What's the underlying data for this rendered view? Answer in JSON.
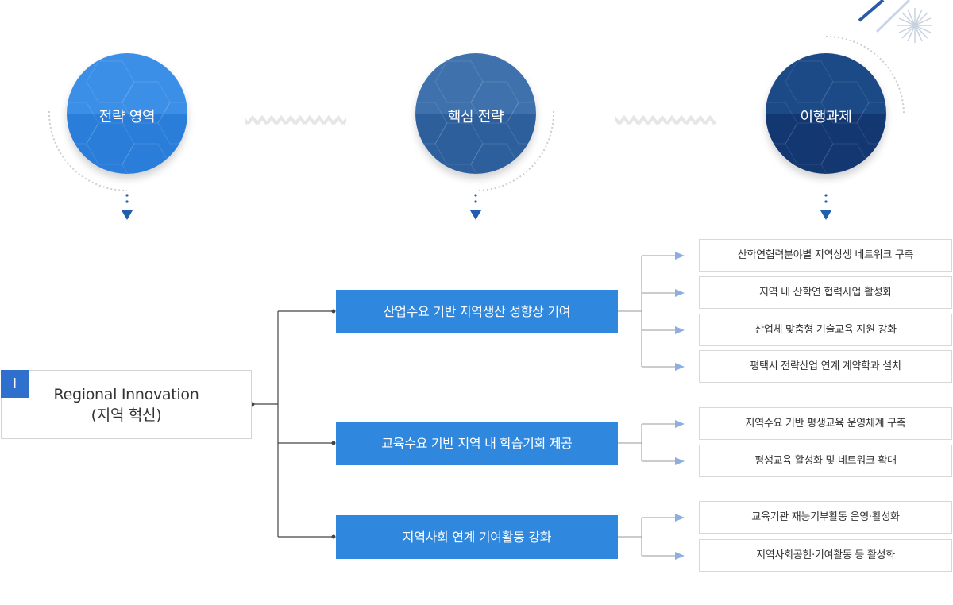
{
  "headers": [
    {
      "label": "전략 영역",
      "top_color": "#3c8fe6",
      "bottom_color": "#2a7dd9"
    },
    {
      "label": "핵심 전략",
      "top_color": "#3f72ad",
      "bottom_color": "#2d5f9c"
    },
    {
      "label": "이행과제",
      "top_color": "#1c4a86",
      "bottom_color": "#133771"
    }
  ],
  "root": {
    "badge": "I",
    "line1": "Regional Innovation",
    "line2": "(지역 혁신)"
  },
  "strategies": [
    {
      "label": "산업수요 기반 지역생산 성향상 기여",
      "tasks": [
        "산학연협력분야별 지역상생 네트워크 구축",
        "지역 내 산학연 협력사업 활성화",
        "산업체 맞춤형 기술교육 지원 강화",
        "평택시 전략산업 연계 계약학과 설치"
      ]
    },
    {
      "label": "교육수요 기반 지역 내 학습기회 제공",
      "tasks": [
        "지역수요 기반 평생교육 운영체계 구축",
        "평생교육 활성화 및 네트워크 확대"
      ]
    },
    {
      "label": "지역사회 연계 기여활동 강화",
      "tasks": [
        "교육기관 재능기부활동 운영·활성화",
        "지역사회공헌·기여활동 등 활성화"
      ]
    }
  ],
  "colors": {
    "accent": "#2f88dd",
    "badge": "#2f6fcd",
    "arrow": "#1f5fae",
    "task_arrow": "#8faee0"
  }
}
